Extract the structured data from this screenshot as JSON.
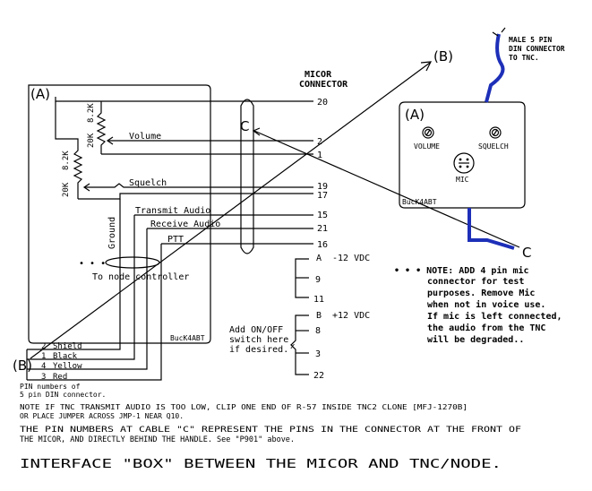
{
  "labels": {
    "micor_connector": [
      "MICOR",
      "CONNECTOR"
    ],
    "box_a_left": "(A)",
    "box_a_right": "(A)",
    "b_top": "(B)",
    "b_bottom": "(B)",
    "c_top": "C",
    "c_right": "C",
    "volume": "Volume",
    "squelch": "Squelch",
    "transmit_audio": "Transmit Audio",
    "receive_audio": "Receive Audio",
    "ptt": "PTT",
    "ground": "Ground",
    "to_node": "To node controller",
    "dots_left": "• • •",
    "buck_left": "BucK4ABT",
    "buck_right": "BucK4ABT",
    "pot1_a": "20K",
    "pot1_b": "8.2K",
    "pot2_a": "20K",
    "pot2_b": "8.2K",
    "vdc_minus": "-12 VDC",
    "vdc_plus": "+12 VDC",
    "add_switch": [
      "Add ON/OFF",
      "switch here",
      "if desired."
    ],
    "x_mark": "x",
    "male_din": [
      "MALE 5 PIN",
      "DIN CONNECTOR",
      "TO TNC."
    ],
    "panel_volume": "VOLUME",
    "panel_squelch": "SQUELCH",
    "panel_mic": "MIC",
    "note": [
      "• • • NOTE:  ADD 4 pin mic",
      "connector for test",
      "purposes.  Remove Mic",
      "when not in voice use.",
      "If mic is left connected,",
      "the audio from the TNC",
      "will be degraded.."
    ],
    "din_pins": [
      {
        "num": "2",
        "name": "Shield"
      },
      {
        "num": "1",
        "name": "Black"
      },
      {
        "num": "4",
        "name": "Yellow"
      },
      {
        "num": "3",
        "name": "Red"
      }
    ],
    "pin_numbers_caption": [
      "PIN numbers of",
      "5 pin DIN connector."
    ],
    "footnote_1": [
      "NOTE  IF TNC TRANSMIT AUDIO IS TOO LOW, CLIP ONE END OF R-57 INSIDE TNC2 CLONE [MFJ-1270B]",
      "OR PLACE JUMPER ACROSS JMP-1 NEAR Q10."
    ],
    "footnote_2": [
      "THE PIN NUMBERS AT CABLE \"C\" REPRESENT THE PINS IN THE CONNECTOR AT THE FRONT OF",
      "THE MICOR, AND DIRECTLY BEHIND THE HANDLE. See \"P901\" above."
    ],
    "title": "INTERFACE \"BOX\" BETWEEN THE MICOR AND TNC/NODE."
  },
  "pins": {
    "p20": "20",
    "p2": "2",
    "p1": "1",
    "p19": "19",
    "p17": "17",
    "p15": "15",
    "p21": "21",
    "p16": "16",
    "pA": "A",
    "p9": "9",
    "p11": "11",
    "pB": "B",
    "p8": "8",
    "p3": "3",
    "p22": "22"
  },
  "colors": {
    "ink": "#000000",
    "cable": "#1d2fb8"
  }
}
